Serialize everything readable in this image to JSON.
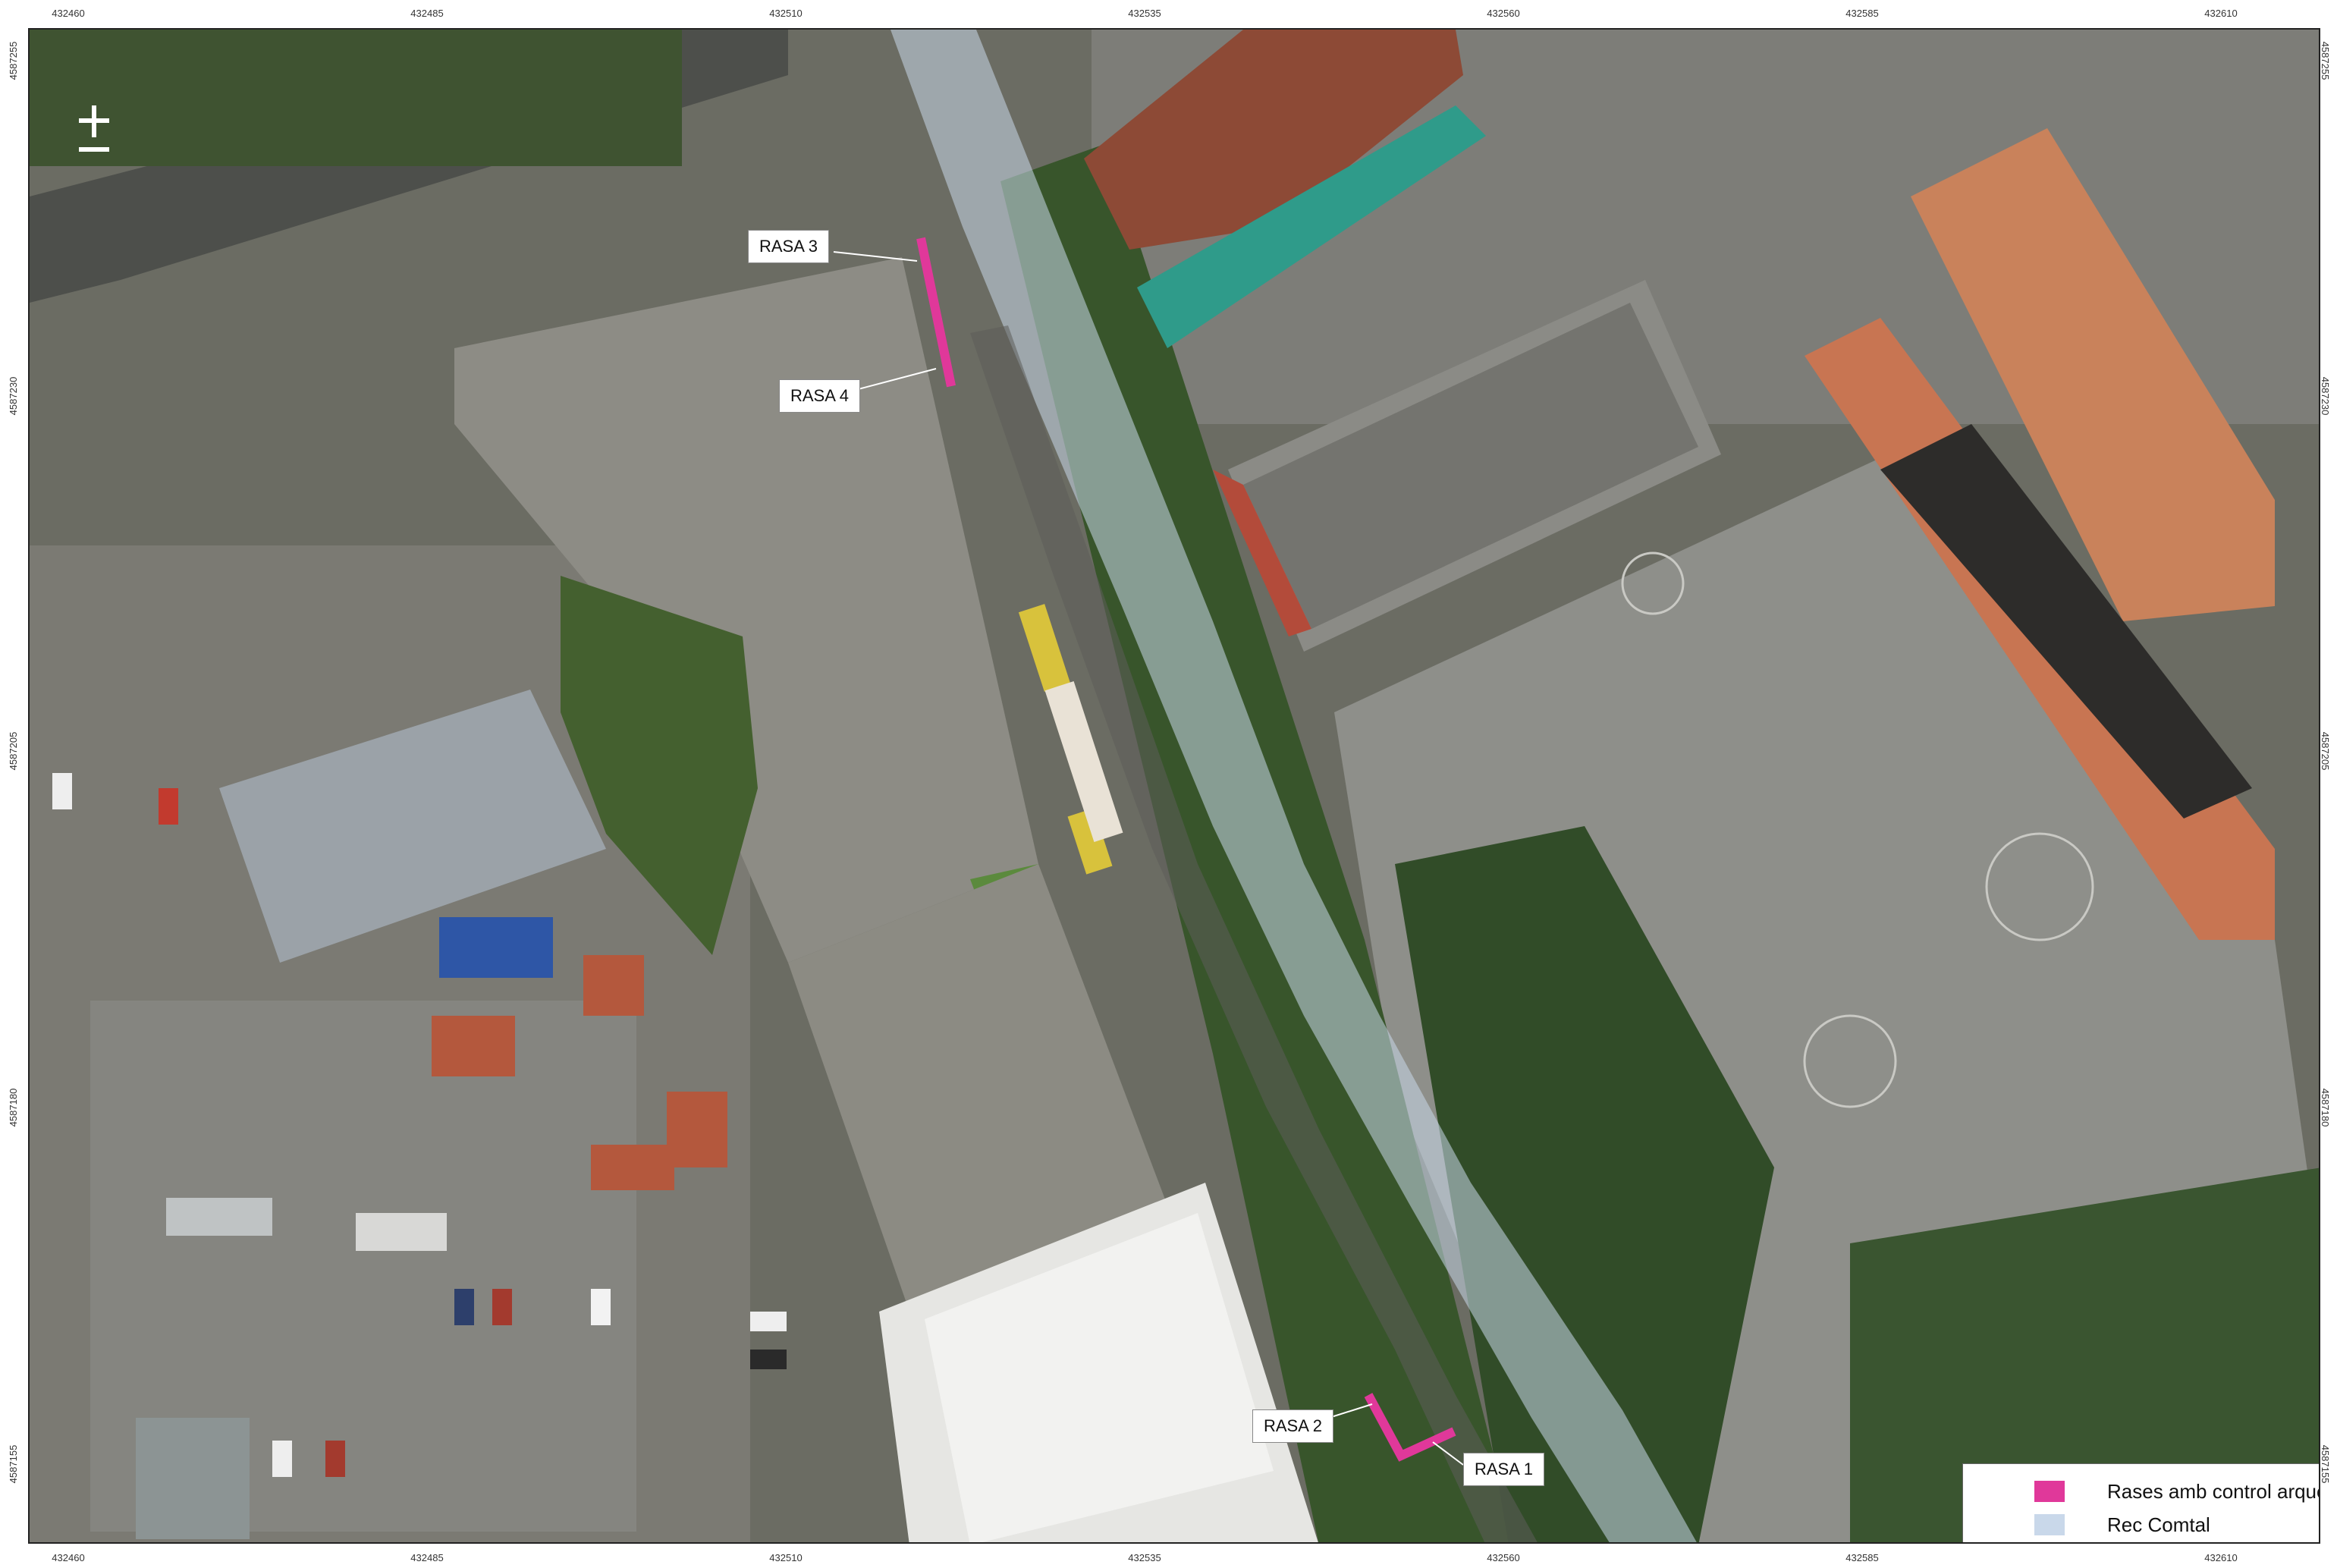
{
  "colors": {
    "excavation": "#e0389a",
    "canal": "#c9d8ea",
    "label_bg": "#ffffff",
    "frame": "#222222"
  },
  "axes": {
    "x_ticks": [
      "432460",
      "432485",
      "432510",
      "432535",
      "432560",
      "432585",
      "432610"
    ],
    "y_ticks": [
      "4587255",
      "4587230",
      "4587205",
      "4587180",
      "4587155"
    ],
    "y_ticks_right": [
      "4587255",
      "4587230",
      "4587205",
      "4587180",
      "4587155"
    ]
  },
  "map": {
    "north_arrow_icon": "north-arrow-icon",
    "labels": {
      "rasa1": "RASA 1",
      "rasa2": "RASA 2",
      "rasa3": "RASA 3",
      "rasa4": "RASA 4"
    }
  },
  "legend": {
    "items": [
      {
        "label": "Rases amb control arqueològic",
        "color": "#e0389a"
      },
      {
        "label": "Rec Comtal",
        "color": "#c9d8ea"
      }
    ]
  }
}
